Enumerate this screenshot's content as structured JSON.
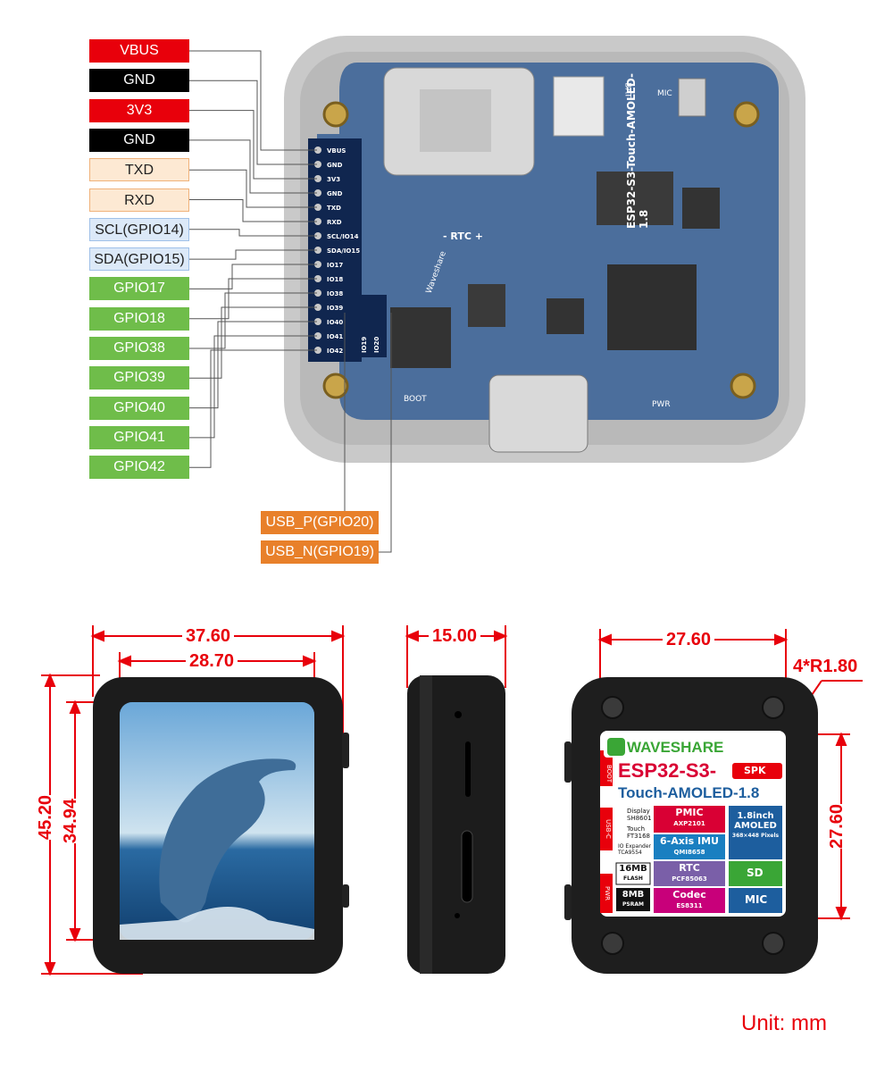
{
  "pin_labels": [
    {
      "text": "VBUS",
      "style": "red"
    },
    {
      "text": "GND",
      "style": "black"
    },
    {
      "text": "3V3",
      "style": "red"
    },
    {
      "text": "GND",
      "style": "black"
    },
    {
      "text": "TXD",
      "style": "peach"
    },
    {
      "text": "RXD",
      "style": "peach"
    },
    {
      "text": "SCL(GPIO14)",
      "style": "blue"
    },
    {
      "text": "SDA(GPIO15)",
      "style": "blue"
    },
    {
      "text": "GPIO17",
      "style": "green"
    },
    {
      "text": "GPIO18",
      "style": "green"
    },
    {
      "text": "GPIO38",
      "style": "green"
    },
    {
      "text": "GPIO39",
      "style": "green"
    },
    {
      "text": "GPIO40",
      "style": "green"
    },
    {
      "text": "GPIO41",
      "style": "green"
    },
    {
      "text": "GPIO42",
      "style": "green"
    }
  ],
  "usb_labels": [
    "USB_P(GPIO20)",
    "USB_N(GPIO19)"
  ],
  "header_pins": [
    "VBUS",
    "GND",
    "3V3",
    "GND",
    "TXD",
    "RXD",
    "SCL/IO14",
    "SDA/IO15",
    "IO17",
    "IO18",
    "IO38",
    "IO39",
    "IO40",
    "IO41",
    "IO42"
  ],
  "usb_pins": [
    "IO19",
    "IO20"
  ],
  "board_text": {
    "model": "ESP32-S3-Touch-AMOLED-1.8",
    "bat": "BAT",
    "mic": "MIC",
    "rtc": "- RTC +",
    "boot": "BOOT",
    "pwr": "PWR",
    "brand": "Waveshare"
  },
  "dimensions": {
    "front_width": "37.60",
    "screen_width": "28.70",
    "front_height": "45.20",
    "screen_height": "34.94",
    "side_depth": "15.00",
    "back_width": "27.60",
    "back_height": "27.60",
    "corner_radius": "4*R1.80"
  },
  "back_label": {
    "brand": "WAVESHARE",
    "title_line1": "ESP32-S3-",
    "title_line2": "Touch-AMOLED-1.8",
    "spk": "SPK",
    "boot": "BOOT",
    "usbc": "USB-C",
    "pwr": "PWR",
    "display_title": "Display",
    "display_chip": "SH8601",
    "touch_title": "Touch",
    "touch_chip": "FT3168",
    "io_title": "IO Expander",
    "io_chip": "TCA9554",
    "flash_size": "16MB",
    "flash": "FLASH",
    "psram_size": "8MB",
    "psram": "PSRAM",
    "pmic": "PMIC",
    "pmic_chip": "AXP2101",
    "imu": "6-Axis IMU",
    "imu_chip": "QMI8658",
    "rtc": "RTC",
    "rtc_chip": "PCF85063",
    "codec": "Codec",
    "codec_chip": "ES8311",
    "amoled_size": "1.8inch",
    "amoled": "AMOLED",
    "amoled_res": "368×448 Pixels",
    "sd": "SD",
    "mic": "MIC"
  },
  "unit": "Unit: mm",
  "colors": {
    "accent": "#e8000b",
    "gpio": "#6fbd4a",
    "usb": "#e8802a",
    "board": "#3f6a9e"
  }
}
